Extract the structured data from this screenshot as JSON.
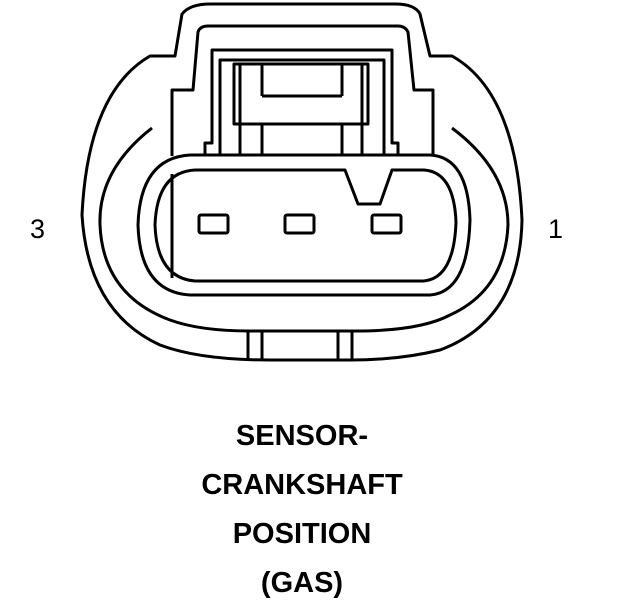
{
  "diagram": {
    "pin_left_label": "3",
    "pin_right_label": "1",
    "caption_lines": [
      "SENSOR-",
      "CRANKSHAFT",
      "POSITION",
      "(GAS)"
    ],
    "line_color": "#000000",
    "background_color": "#ffffff"
  }
}
